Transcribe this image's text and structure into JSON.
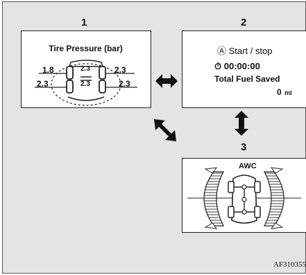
{
  "panels": [
    {
      "number": "1",
      "title": "Tire Pressure (bar)",
      "pressures": {
        "front_left": "1.8",
        "front_center": "2.3",
        "front_right": "2.3",
        "rear_left": "2.3",
        "rear_center": "2.3",
        "rear_right": "2.3"
      }
    },
    {
      "number": "2",
      "mode_symbol": "Ⓐ",
      "mode_label": "Start / stop",
      "timer_symbol": "⏱",
      "timer_value": "00:00:00",
      "saved_label": "Total Fuel Saved",
      "saved_value": "0",
      "saved_unit": "ml"
    },
    {
      "number": "3",
      "label": "AWC"
    }
  ],
  "figure_id": "AF310355"
}
